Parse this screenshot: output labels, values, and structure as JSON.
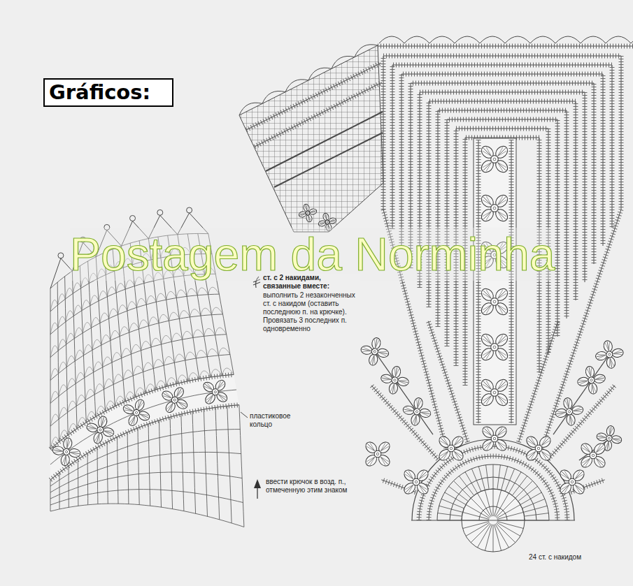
{
  "diagram": {
    "title": "Gráficos:",
    "labels": [
      "Postagem da Norminha",
      "ст. с 2 накидами, связанные вместе:",
      "выполнить 2 незаконченных ст. с накидом (оставить последнюю п. на крючке). Провязать 3 последних п. одновременно",
      "пластиковое кольцо",
      "ввести крючок в возд. п., отмеченную этим знаком",
      "24 ст. с накидом"
    ]
  }
}
